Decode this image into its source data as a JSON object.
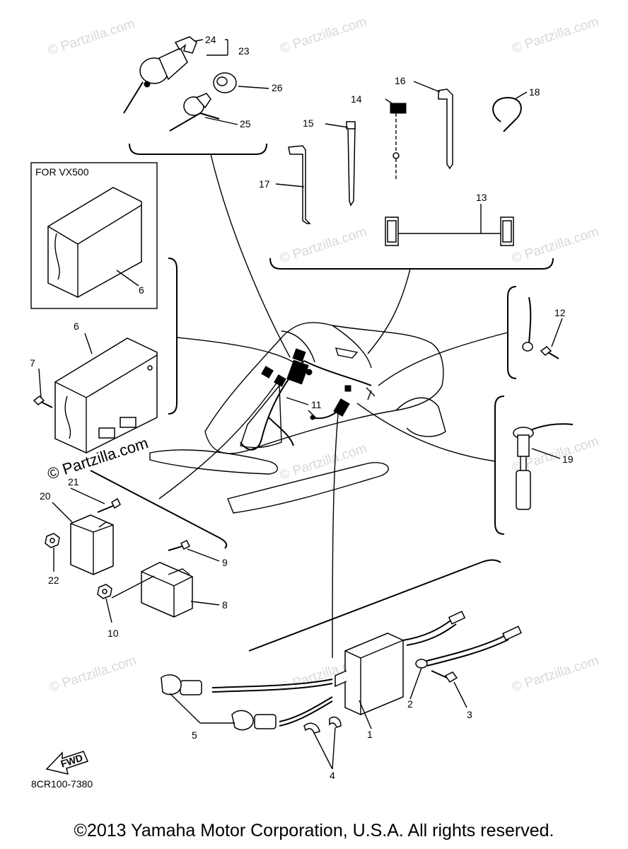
{
  "diagram": {
    "watermark": "© Partzilla.com",
    "variant_box_label": "FOR VX500",
    "drawing_code": "8CR100-7380",
    "fwd_arrow_label": "FWD",
    "callouts": [
      "1",
      "2",
      "3",
      "4",
      "5",
      "6",
      "6",
      "7",
      "8",
      "9",
      "10",
      "11",
      "12",
      "13",
      "14",
      "15",
      "16",
      "17",
      "18",
      "19",
      "20",
      "21",
      "22",
      "23",
      "24",
      "25",
      "26"
    ]
  },
  "footer": {
    "copyright": "©2013 Yamaha Motor Corporation, U.S.A. All rights reserved."
  }
}
